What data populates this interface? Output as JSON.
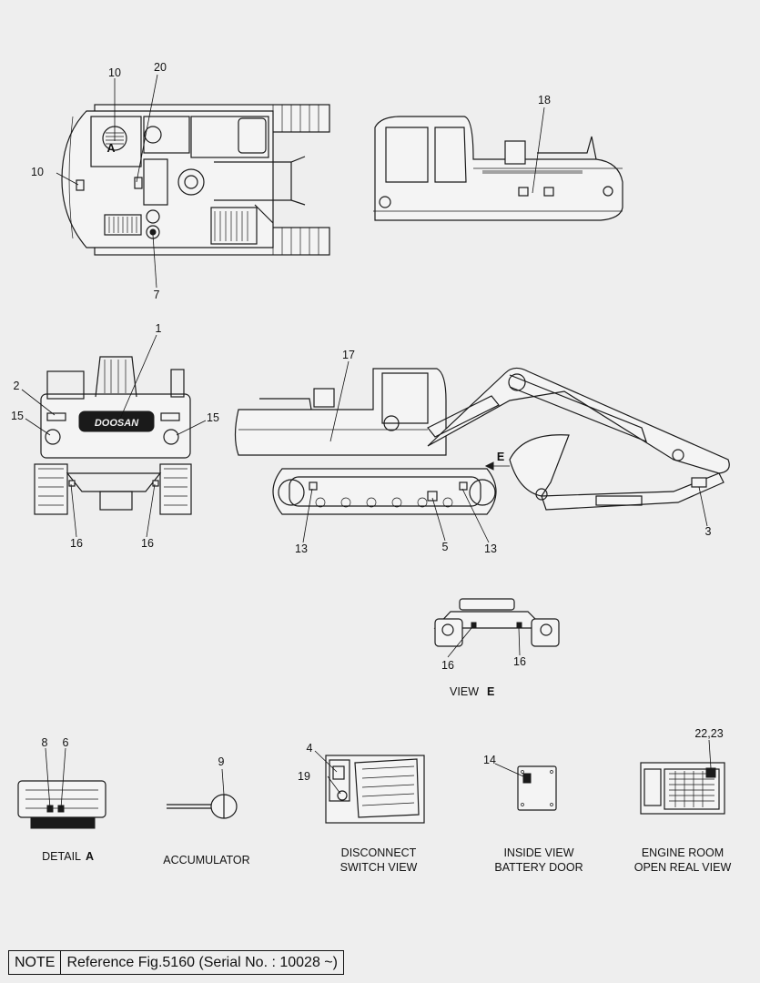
{
  "views": {
    "top": {
      "callouts": [
        "10",
        "20",
        "10",
        "7"
      ],
      "detail_marker": "A"
    },
    "side_cab": {
      "callouts": [
        "18"
      ]
    },
    "rear": {
      "callouts": [
        "1",
        "2",
        "15",
        "15",
        "16",
        "16"
      ],
      "brand": "DOOSAN"
    },
    "side_full": {
      "callouts": [
        "17",
        "13",
        "5",
        "13",
        "3"
      ],
      "view_marker": "E"
    },
    "view_e": {
      "callouts": [
        "16",
        "16"
      ],
      "caption_prefix": "VIEW",
      "caption_marker": "E"
    }
  },
  "details": [
    {
      "id": "detail-a",
      "callouts": [
        "8",
        "6"
      ],
      "caption_line1": "DETAIL",
      "caption_marker": "A"
    },
    {
      "id": "accumulator",
      "callouts": [
        "9"
      ],
      "caption_line1": "ACCUMULATOR"
    },
    {
      "id": "disconnect",
      "callouts": [
        "4",
        "19"
      ],
      "caption_line1": "DISCONNECT",
      "caption_line2": "SWITCH VIEW"
    },
    {
      "id": "battery-door",
      "callouts": [
        "14"
      ],
      "caption_line1": "INSIDE VIEW",
      "caption_line2": "BATTERY DOOR"
    },
    {
      "id": "engine-room",
      "callouts": [
        "22,23"
      ],
      "caption_line1": "ENGINE ROOM",
      "caption_line2": "OPEN REAL VIEW"
    }
  ],
  "note": {
    "label": "NOTE",
    "text": "Reference Fig.5160 (Serial No. : 10028 ~)"
  }
}
